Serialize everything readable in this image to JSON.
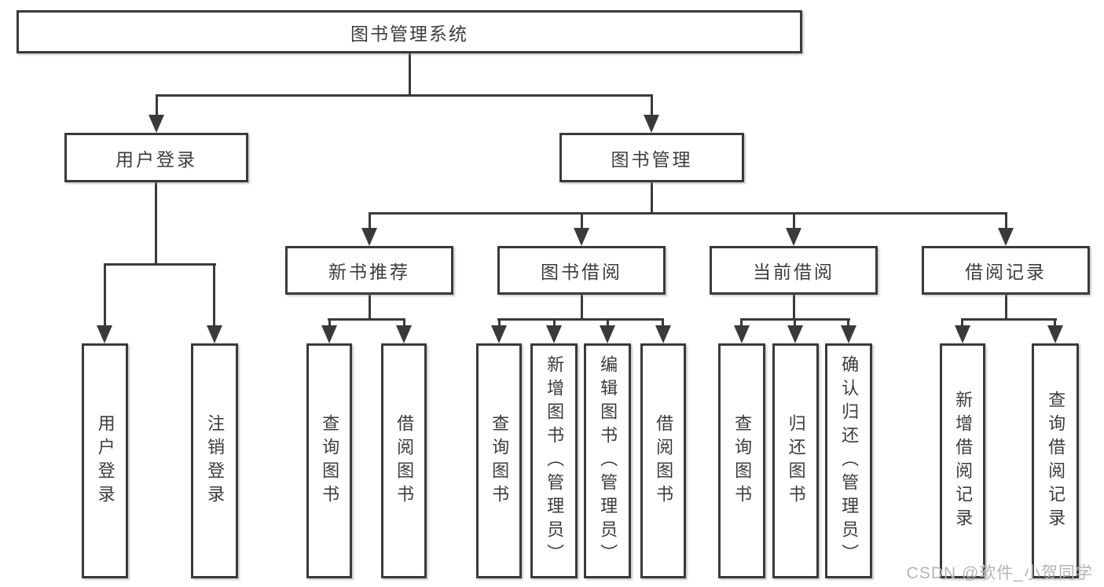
{
  "chart": {
    "root": "图书管理系统",
    "branches": [
      {
        "label": "用户登录",
        "children": [
          {
            "label": "用户登录"
          },
          {
            "label": "注销登录"
          }
        ]
      },
      {
        "label": "图书管理",
        "groups": [
          {
            "label": "新书推荐",
            "children": [
              {
                "label": "查询图书"
              },
              {
                "label": "借阅图书"
              }
            ]
          },
          {
            "label": "图书借阅",
            "children": [
              {
                "label": "查询图书"
              },
              {
                "label": "新增图书（管理员）"
              },
              {
                "label": "编辑图书（管理员）"
              },
              {
                "label": "借阅图书"
              }
            ]
          },
          {
            "label": "当前借阅",
            "children": [
              {
                "label": "查询图书"
              },
              {
                "label": "归还图书"
              },
              {
                "label": "确认归还（管理员）"
              }
            ]
          },
          {
            "label": "借阅记录",
            "children": [
              {
                "label": "新增借阅记录"
              },
              {
                "label": "查询借阅记录"
              }
            ]
          }
        ]
      }
    ]
  },
  "watermark": {
    "text": "CSDN @软件_小贺同学"
  },
  "colors": {
    "line": "#3a3a3a",
    "text": "#3c3c3c",
    "watermark": "#b5b5b5",
    "background": "#ffffff"
  }
}
